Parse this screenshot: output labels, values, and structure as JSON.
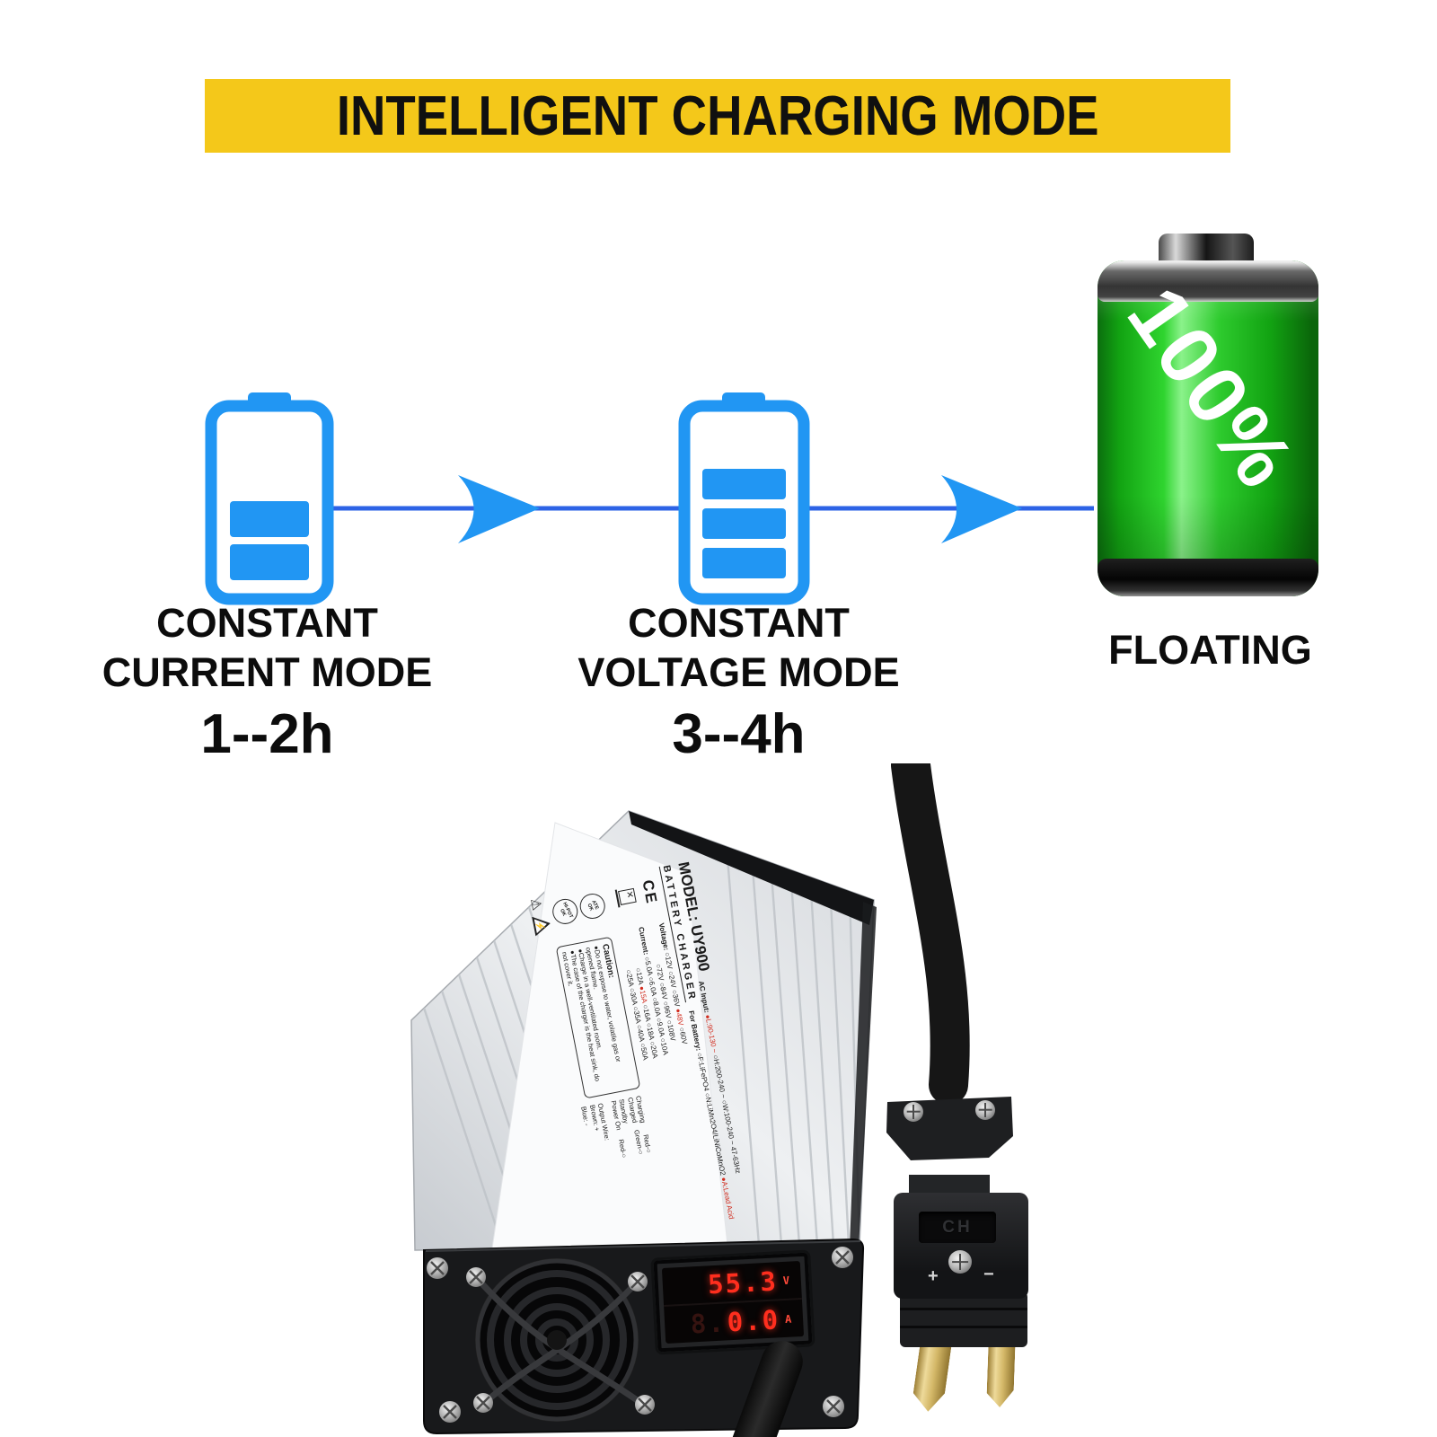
{
  "banner": {
    "text": "INTELLIGENT CHARGING MODE",
    "bg_color": "#f4c81a",
    "text_color": "#101010"
  },
  "flow": {
    "line_color": "#2d63e6",
    "icon_color": "#2196f3",
    "stage1": {
      "line1": "CONSTANT",
      "line2": "CURRENT MODE",
      "duration": "1--2h"
    },
    "stage2": {
      "line1": "CONSTANT",
      "line2": "VOLTAGE MODE",
      "duration": "3--4h"
    },
    "stage3": {
      "label": "FLOATING",
      "percent": "100%",
      "battery_color": "#2ecc2e"
    }
  },
  "charger": {
    "model": "MODEL: UY900",
    "product": "BATTERY CHARGER",
    "ce_mark": "CE",
    "ac_input": {
      "label": "AC Input:",
      "sel": "●L:90-130 ~",
      "post": "○H:200-240 ~  ○W:100-240 ~  47-63Hz"
    },
    "for_battery": {
      "label": "For Battery:",
      "pre": "○F:LiFePO4  ○N:LiMn2O4/LiNiCoMnO2",
      "sel": "●A:Lead Acid"
    },
    "voltage": {
      "label": "Voltage:",
      "row1_pre": "○12V  ○24V  ○36V",
      "row1_sel": "●48V",
      "row1_post": "○60V",
      "row2": "○72V  ○84V  ○96V  ○108V"
    },
    "current": {
      "label": "Current:",
      "row1": "○5.0A  ○6.0A  ○8.0A  ○9.0A  ○10A",
      "row2_pre": "○12A",
      "row2_sel": "●15A",
      "row2_post": "○16A  ○18A  ○20A",
      "row3": "○25A  ○30A  ○35A  ○40A  ○50A"
    },
    "stamps": {
      "ate": "ATE",
      "ate_ok": "OK",
      "hipot": "HI-POT",
      "hipot_ok": "OK"
    },
    "caution": {
      "title": "Caution:",
      "item1": "●Do not expose to water, volatile gas or opened flame.",
      "item2": "●Charge in a well-ventilated room.",
      "item3": "●The case of the charger is the heat sink, do not cover it."
    },
    "leds": {
      "l1": "Charging",
      "l1v": "Red-○",
      "l2": "Charged",
      "l2v": "Green-○",
      "l3": "Standby",
      "l4": "Power On",
      "l4v": "Red-○"
    },
    "output_wire": {
      "label": "Output Wire:",
      "brown": "Brown: +",
      "blue": "Blue: -"
    },
    "meter": {
      "voltage": "55.3",
      "voltage_unit": "V",
      "current_ghost": "8.",
      "current": "0.0",
      "current_unit": "A",
      "digit_color": "#ff2e1e"
    },
    "plug": {
      "marking": "CH",
      "plus": "+",
      "minus": "−"
    }
  }
}
